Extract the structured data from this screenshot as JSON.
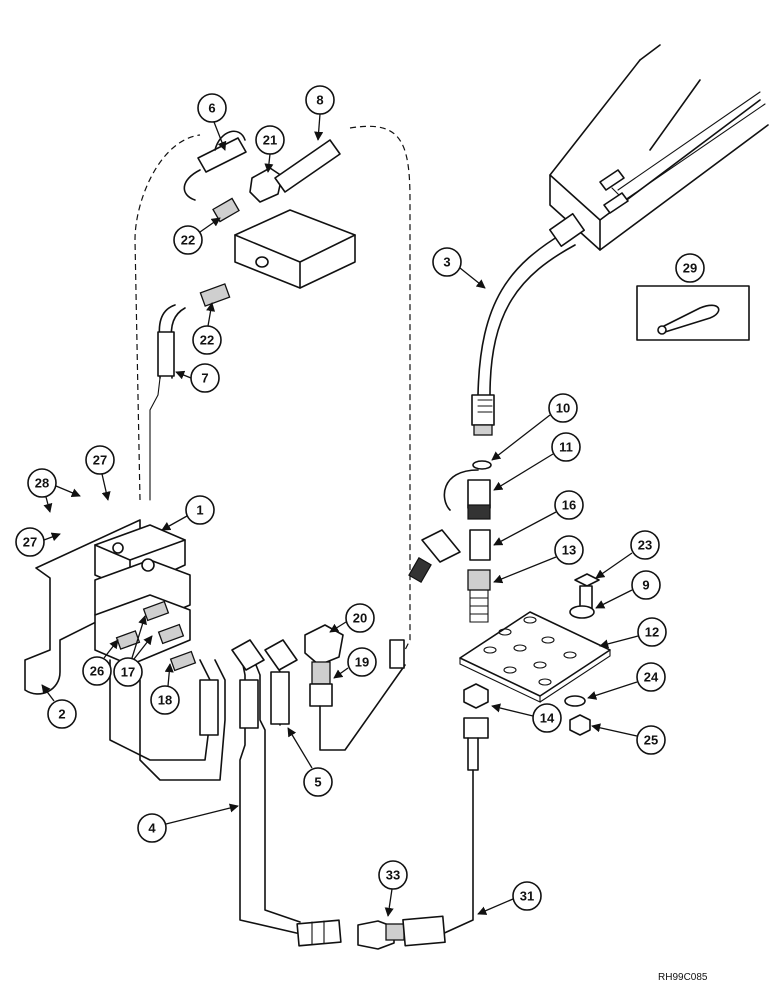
{
  "diagram": {
    "reference_code": "RH99C085",
    "callouts": [
      "6",
      "8",
      "21",
      "22",
      "22",
      "7",
      "3",
      "29",
      "10",
      "11",
      "16",
      "13",
      "23",
      "9",
      "12",
      "24",
      "25",
      "14",
      "1",
      "27",
      "28",
      "27",
      "20",
      "19",
      "26",
      "17",
      "18",
      "2",
      "5",
      "4",
      "33",
      "31"
    ]
  }
}
